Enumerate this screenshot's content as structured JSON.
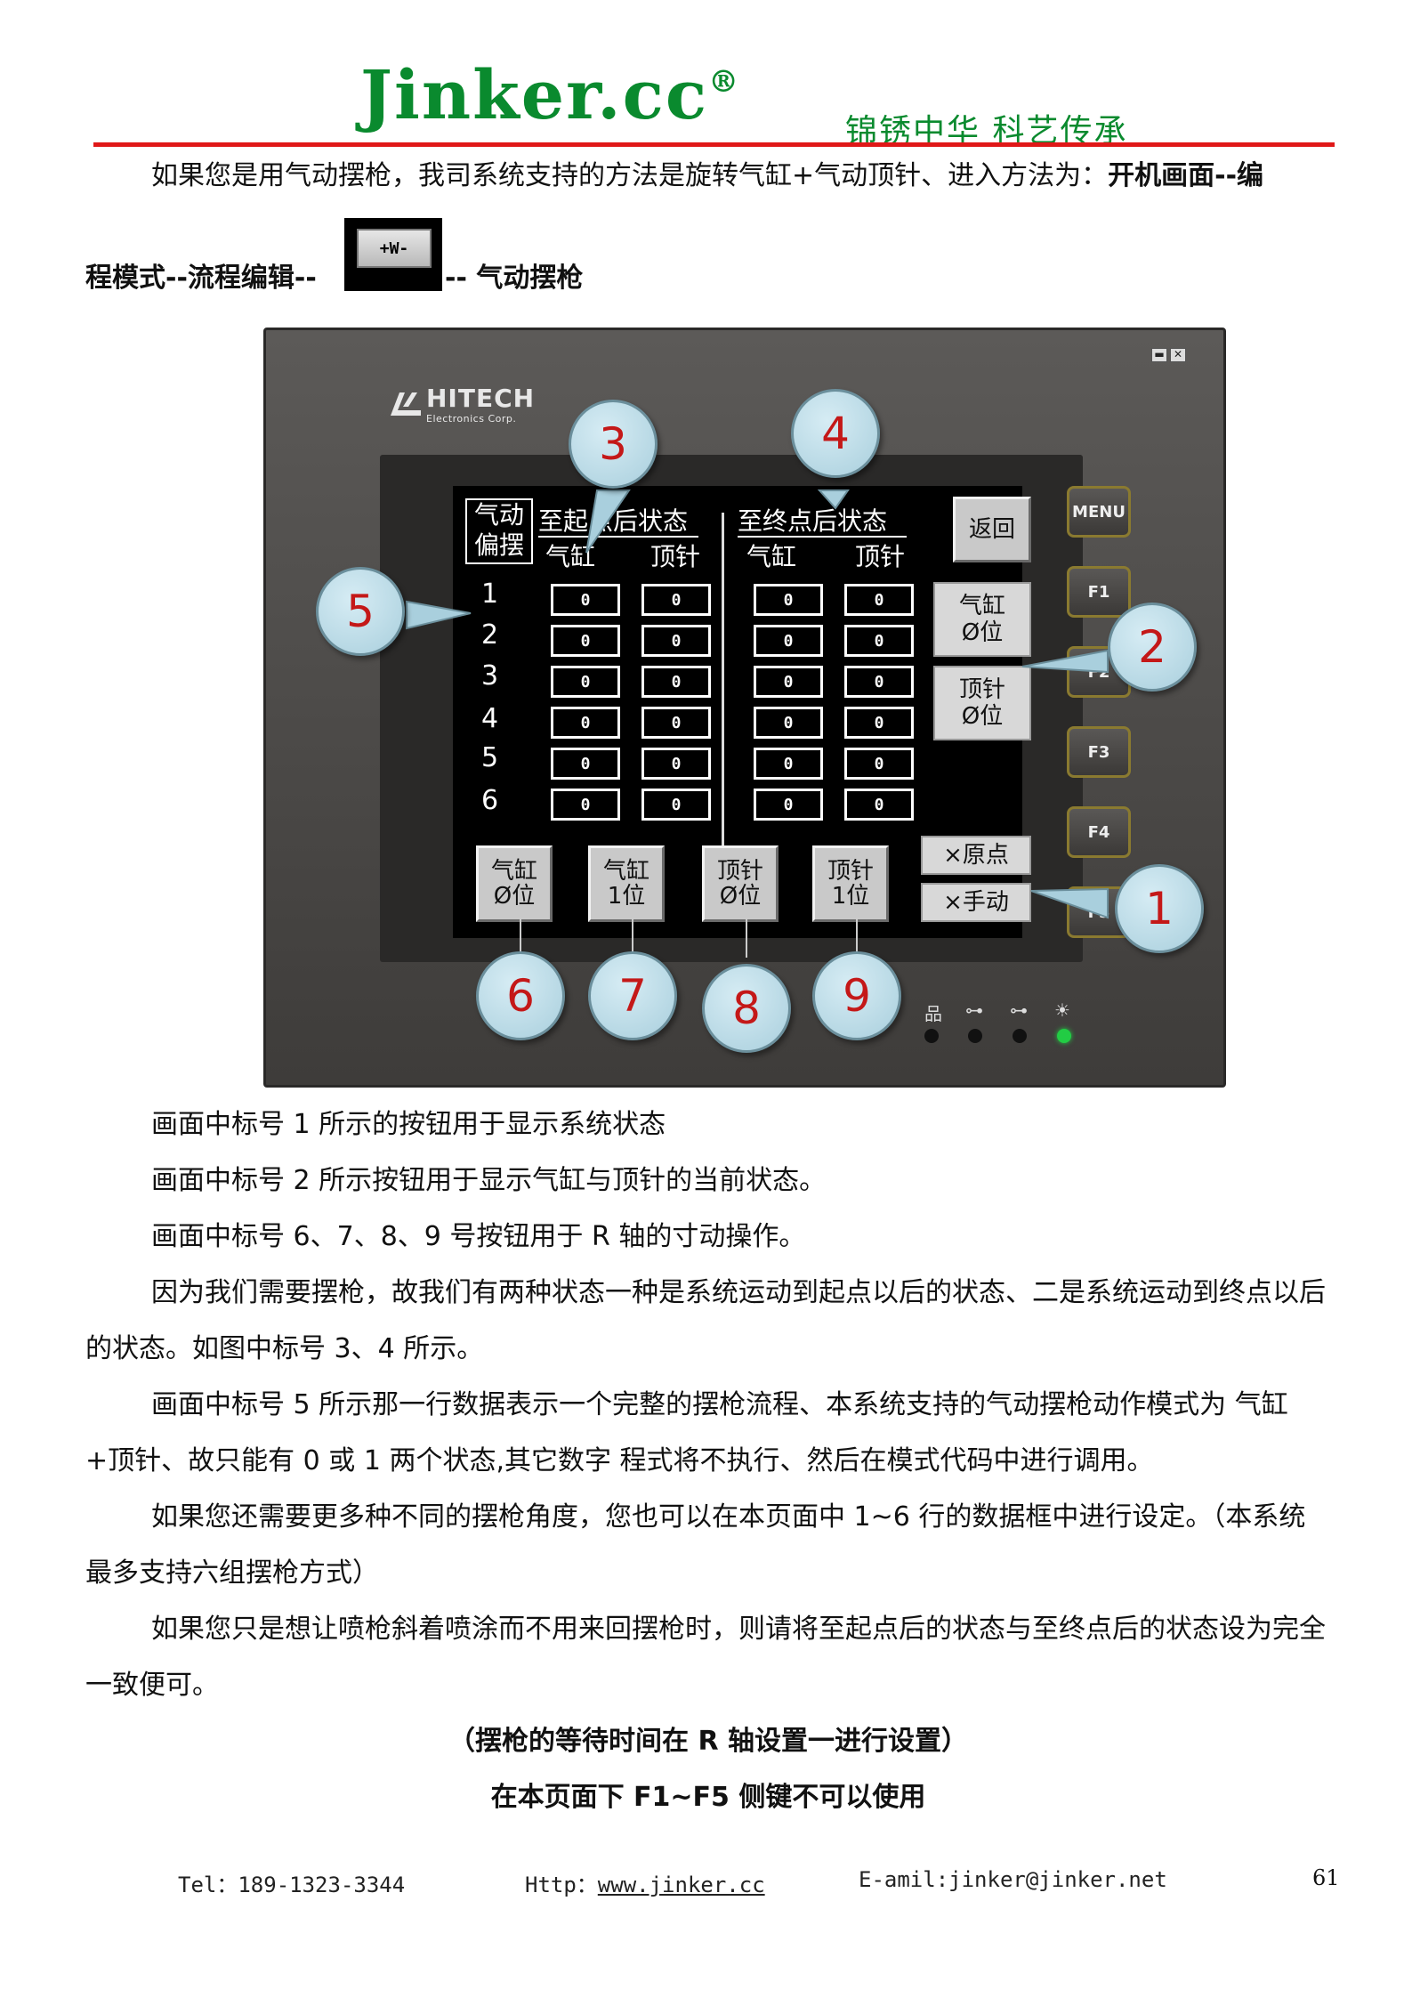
{
  "header": {
    "logo_text": "Jinker.cc",
    "logo_mark": "®",
    "slogan": "锦锈中华 科艺传承"
  },
  "intro": {
    "line1_normal": "如果您是用气动摆枪，我司系统支持的方法是旋转气缸+气动顶针、进入方法为：",
    "line1_bold": "开机画面--编",
    "line2_a": "程模式--流程编辑--",
    "inline_button": "+W-",
    "line2_b": "-- 气动摆枪"
  },
  "hmi": {
    "brand": "HITECH",
    "brand_sub": "Electronics Corp.",
    "title_box": [
      "气动",
      "偏摆"
    ],
    "group_start": "至起点后状态",
    "group_end": "至终点后状态",
    "col_cylinder": "气缸",
    "col_pin": "顶针",
    "return_button": "返回",
    "rows": [
      "1",
      "2",
      "3",
      "4",
      "5",
      "6"
    ],
    "cell_values": [
      [
        "0",
        "0",
        "0",
        "0"
      ],
      [
        "0",
        "0",
        "0",
        "0"
      ],
      [
        "0",
        "0",
        "0",
        "0"
      ],
      [
        "0",
        "0",
        "0",
        "0"
      ],
      [
        "0",
        "0",
        "0",
        "0"
      ],
      [
        "0",
        "0",
        "0",
        "0"
      ]
    ],
    "status_cyl": [
      "气缸",
      "Ø位"
    ],
    "status_pin": [
      "顶针",
      "Ø位"
    ],
    "origin_status": "×原点",
    "manual_status": "×手动",
    "jog_buttons": [
      [
        "气缸",
        "Ø位"
      ],
      [
        "气缸",
        "1位"
      ],
      [
        "顶针",
        "Ø位"
      ],
      [
        "顶针",
        "1位"
      ]
    ],
    "side_keys": [
      "MENU",
      "F1",
      "F2",
      "F3",
      "F4",
      "F5"
    ],
    "callouts": [
      "1",
      "2",
      "3",
      "4",
      "5",
      "6",
      "7",
      "8",
      "9"
    ]
  },
  "body": {
    "p1": "画面中标号 1 所示的按钮用于显示系统状态",
    "p2": "画面中标号 2 所示按钮用于显示气缸与顶针的当前状态。",
    "p3": "画面中标号 6、7、8、9 号按钮用于 R 轴的寸动操作。",
    "p4": "因为我们需要摆枪，故我们有两种状态一种是系统运动到起点以后的状态、二是系统运动到终点以后的状态。如图中标号 3、4 所示。",
    "p5": "画面中标号 5 所示那一行数据表示一个完整的摆枪流程、本系统支持的气动摆枪动作模式为 气缸+顶针、故只能有 0 或 1 两个状态,其它数字 程式将不执行、然后在模式代码中进行调用。",
    "p6": "如果您还需要更多种不同的摆枪角度，您也可以在本页面中 1~6 行的数据框中进行设定。（本系统最多支持六组摆枪方式）",
    "p7": "如果您只是想让喷枪斜着喷涂而不用来回摆枪时，则请将至起点后的状态与至终点后的状态设为完全一致便可。",
    "note1": "（摆枪的等待时间在 R 轴设置一进行设置）",
    "note2": "在本页面下 F1~F5 侧键不可以使用"
  },
  "footer": {
    "tel": "Tel：189-1323-3344",
    "http_label": "Http：",
    "http_link": "www.jinker.cc",
    "email": "E-amil:jinker@jinker.net",
    "page_number": "61"
  },
  "colors": {
    "brand_green": "#0a8a2e",
    "rule_red": "#e01818",
    "callout_number": "#c41818"
  }
}
